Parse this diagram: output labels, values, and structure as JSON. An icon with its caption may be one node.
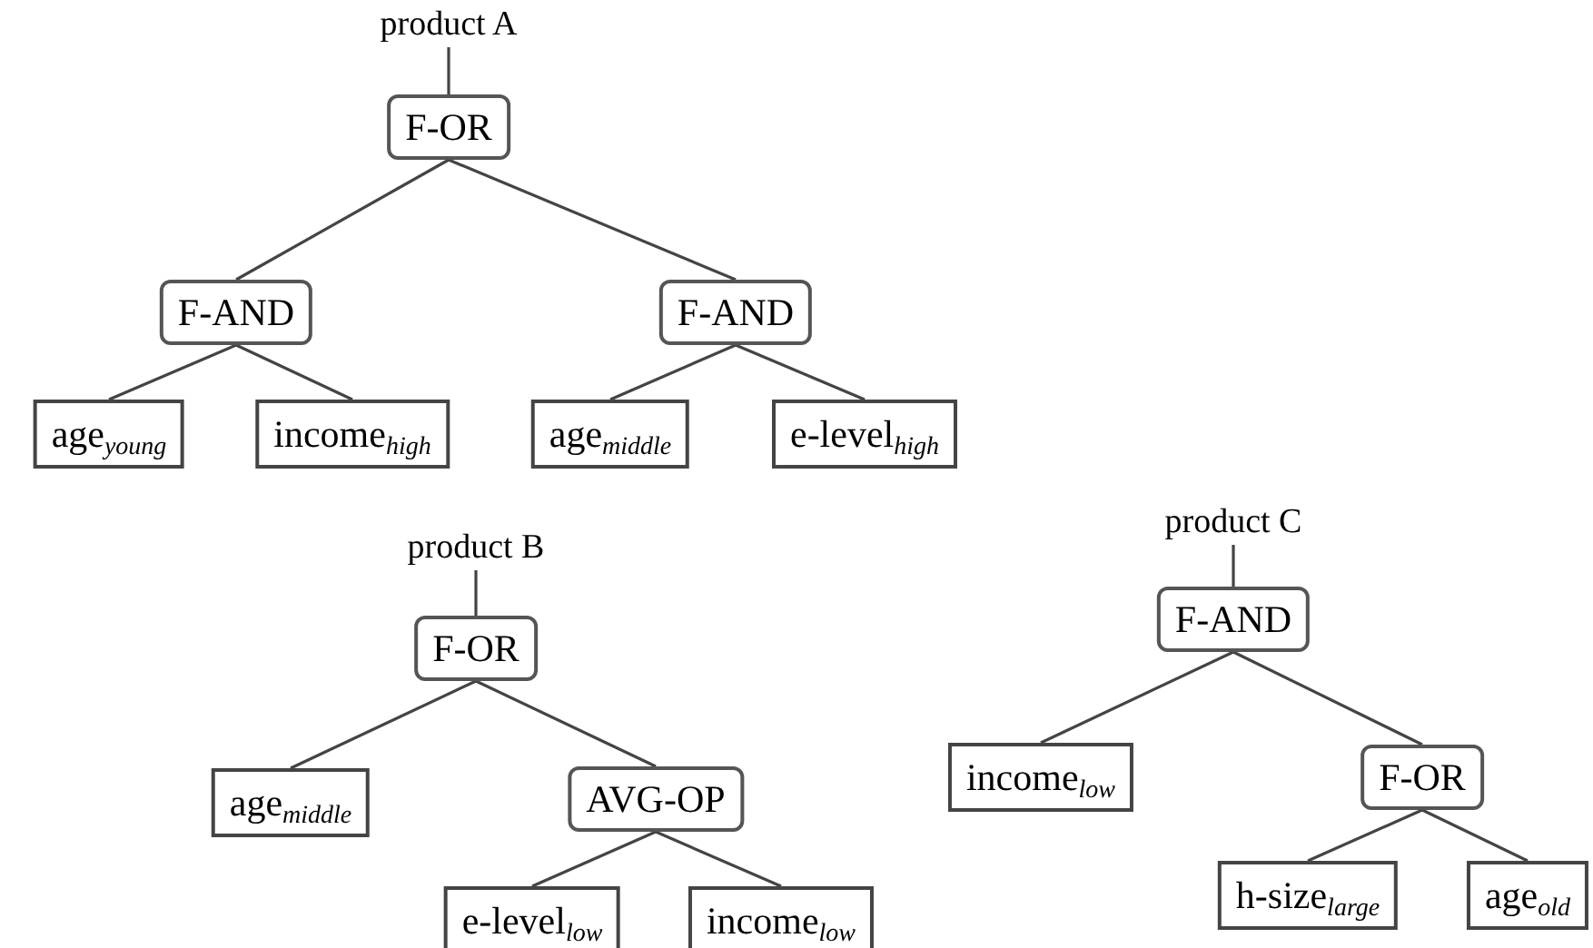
{
  "diagram": {
    "nodes": [
      {
        "text": [
          "product A"
        ]
      },
      {
        "text": [
          "F-OR"
        ]
      },
      {
        "text": [
          "F-AND"
        ]
      },
      {
        "text": [
          "F-AND"
        ]
      },
      {
        "text": [
          "age$_{young}$"
        ]
      },
      {
        "text": [
          "income$_{high}$"
        ]
      },
      {
        "text": [
          "age$_{middle}$"
        ]
      },
      {
        "text": [
          "e-level$_{high}$"
        ]
      },
      {
        "text": [
          "product B"
        ]
      },
      {
        "text": [
          "F-OR"
        ]
      },
      {
        "text": [
          "age$_{middle}$"
        ]
      },
      {
        "text": [
          "AVG-OP"
        ]
      },
      {
        "text": [
          "e-level$_{low}$"
        ]
      },
      {
        "text": [
          "income$_{low}$"
        ]
      },
      {
        "text": [
          "product C"
        ]
      },
      {
        "text": [
          "F-AND"
        ]
      },
      {
        "text": [
          "income$_{low}$"
        ]
      },
      {
        "text": [
          "F-OR"
        ]
      },
      {
        "text": [
          "h-size$_{large}$"
        ]
      },
      {
        "text": [
          "age$_{old}$"
        ]
      }
    ],
    "edges": [
      {
        "from": 0,
        "to": 1,
        "arrow": "none"
      },
      {
        "from": 1,
        "to": 2,
        "arrow": "none"
      },
      {
        "from": 1,
        "to": 3,
        "arrow": "none"
      },
      {
        "from": 2,
        "to": 4,
        "arrow": "none"
      },
      {
        "from": 2,
        "to": 5,
        "arrow": "none"
      },
      {
        "from": 3,
        "to": 6,
        "arrow": "none"
      },
      {
        "from": 3,
        "to": 7,
        "arrow": "none"
      },
      {
        "from": 8,
        "to": 9,
        "arrow": "none"
      },
      {
        "from": 9,
        "to": 10,
        "arrow": "none"
      },
      {
        "from": 9,
        "to": 11,
        "arrow": "none"
      },
      {
        "from": 11,
        "to": 12,
        "arrow": "none"
      },
      {
        "from": 11,
        "to": 13,
        "arrow": "none"
      },
      {
        "from": 14,
        "to": 15,
        "arrow": "none"
      },
      {
        "from": 15,
        "to": 16,
        "arrow": "none"
      },
      {
        "from": 15,
        "to": 17,
        "arrow": "none"
      },
      {
        "from": 17,
        "to": 18,
        "arrow": "none"
      },
      {
        "from": 17,
        "to": 19,
        "arrow": "none"
      }
    ]
  }
}
